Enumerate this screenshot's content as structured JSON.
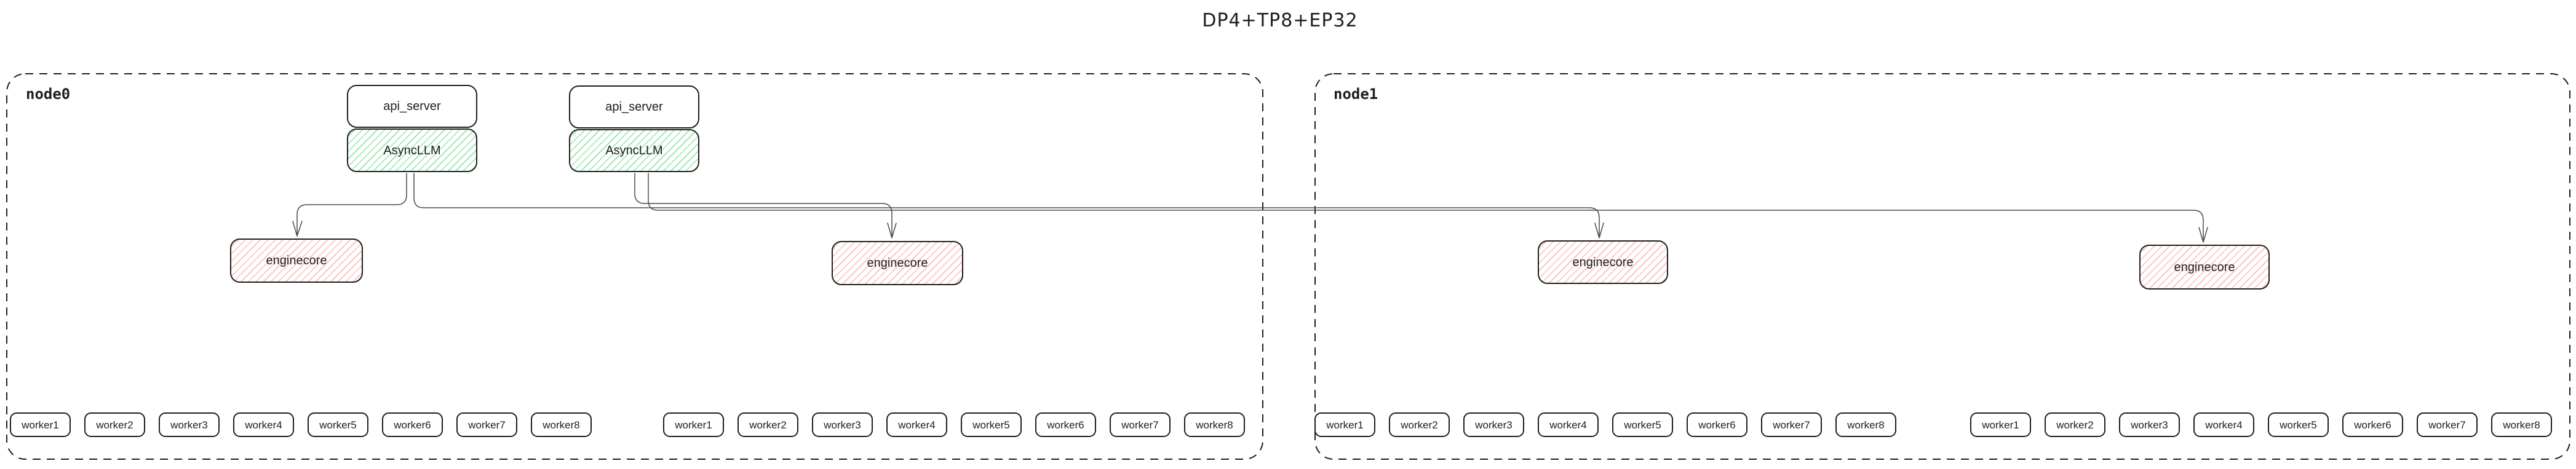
{
  "title": "DP4+TP8+EP32",
  "colors": {
    "stroke": "#1e1e1e",
    "connector": "#4a4a4a",
    "green_hatch": "#6edc8c",
    "red_hatch": "#ffb0b0"
  },
  "node0": {
    "label": "node0"
  },
  "node1": {
    "label": "node1"
  },
  "stacks": [
    {
      "api_server": "api_server",
      "async_llm": "AsyncLLM"
    },
    {
      "api_server": "api_server",
      "async_llm": "AsyncLLM"
    }
  ],
  "enginecores": [
    "enginecore",
    "enginecore",
    "enginecore",
    "enginecore"
  ],
  "worker_groups": [
    [
      "worker1",
      "worker2",
      "worker3",
      "worker4",
      "worker5",
      "worker6",
      "worker7",
      "worker8"
    ],
    [
      "worker1",
      "worker2",
      "worker3",
      "worker4",
      "worker5",
      "worker6",
      "worker7",
      "worker8"
    ],
    [
      "worker1",
      "worker2",
      "worker3",
      "worker4",
      "worker5",
      "worker6",
      "worker7",
      "worker8"
    ],
    [
      "worker1",
      "worker2",
      "worker3",
      "worker4",
      "worker5",
      "worker6",
      "worker7",
      "worker8"
    ]
  ],
  "edges": [
    {
      "from": "AsyncLLM (stack 1, node0)",
      "to": "enginecore 1 (node0)"
    },
    {
      "from": "AsyncLLM (stack 1, node0)",
      "to": "enginecore 3 (node1)"
    },
    {
      "from": "AsyncLLM (stack 2, node0)",
      "to": "enginecore 2 (node0)"
    },
    {
      "from": "AsyncLLM (stack 2, node0)",
      "to": "enginecore 4 (node1)"
    }
  ]
}
